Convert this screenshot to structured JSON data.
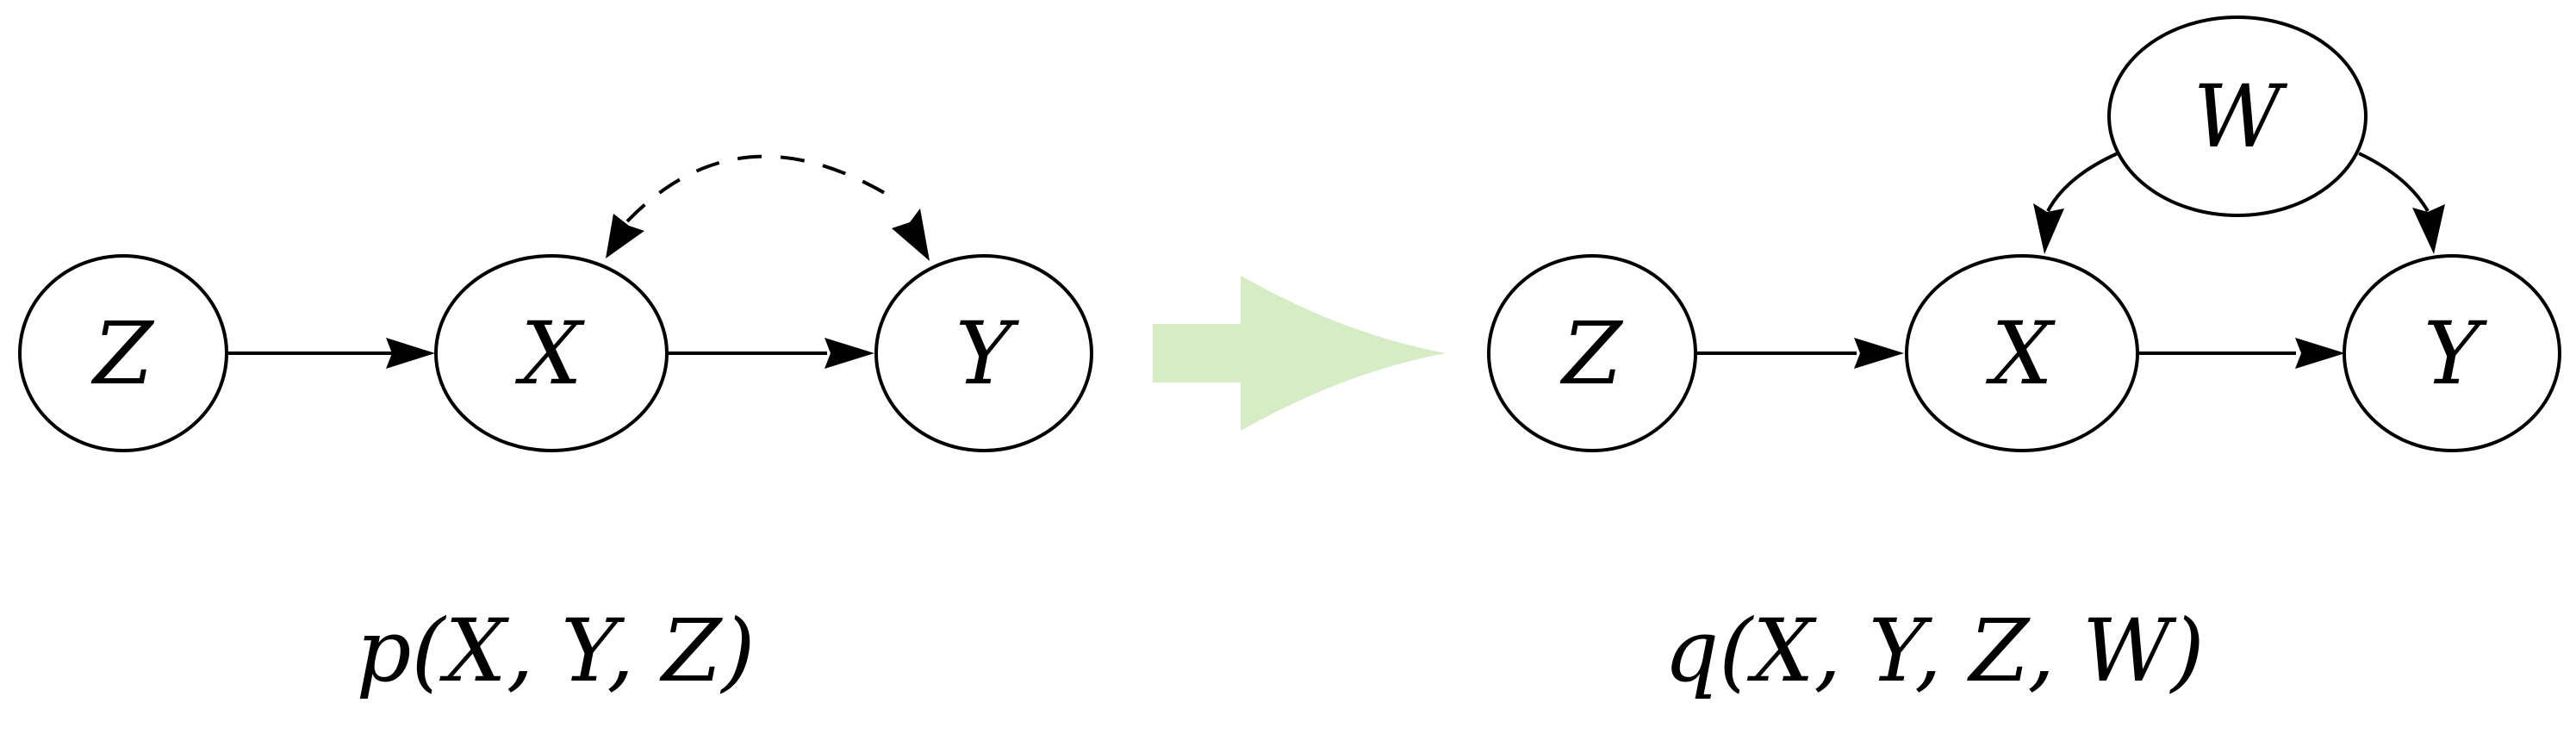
{
  "left_graph": {
    "nodes": {
      "z": "Z",
      "x": "X",
      "y": "Y"
    },
    "caption": "p(X, Y, Z)"
  },
  "right_graph": {
    "nodes": {
      "z": "Z",
      "x": "X",
      "y": "Y",
      "w": "W"
    },
    "caption": "q(X, Y, Z, W)"
  },
  "colors": {
    "transform_arrow": "#d6ecc4",
    "stroke": "#000000"
  }
}
